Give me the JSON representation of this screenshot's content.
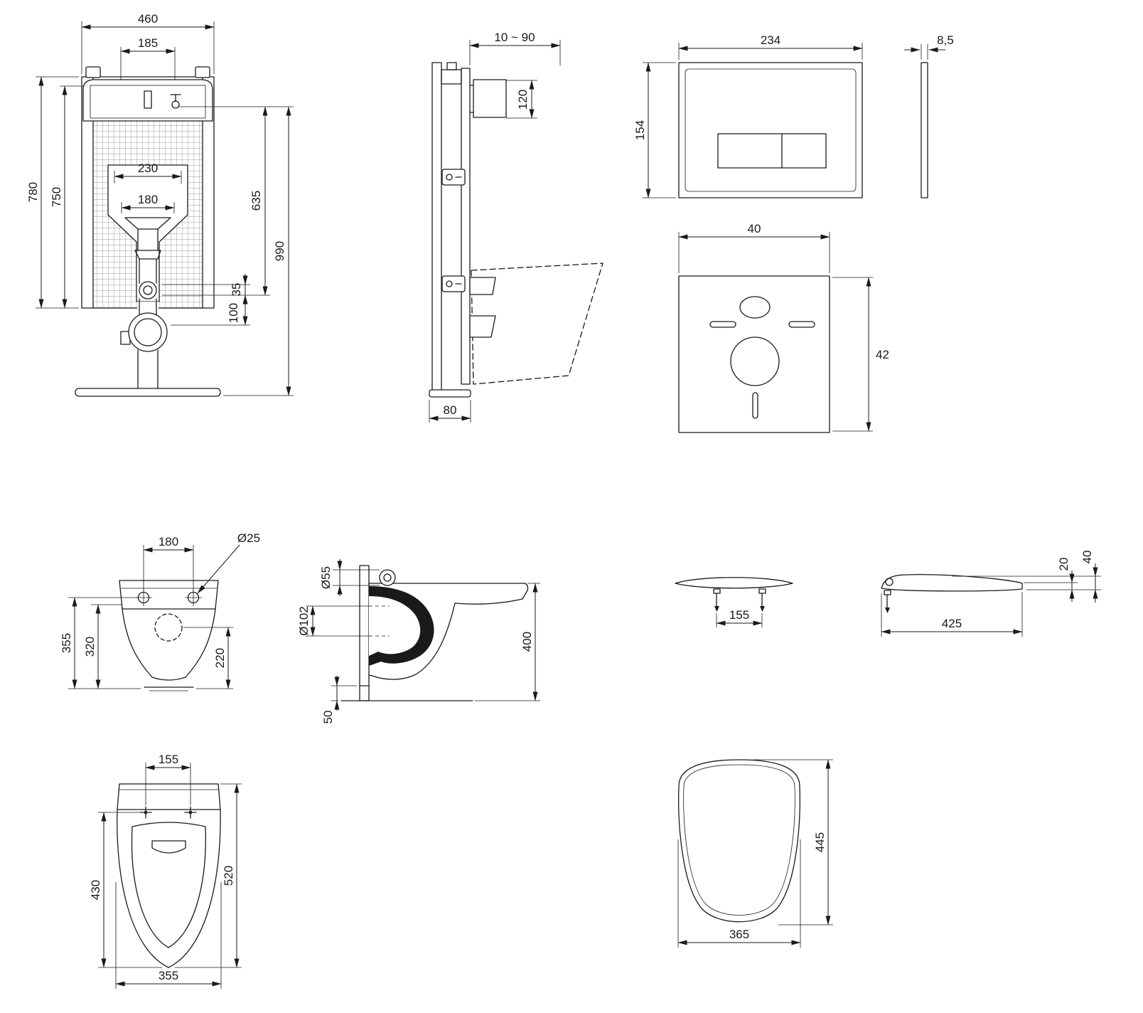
{
  "page": {
    "background": "#ffffff",
    "line_color": "#1a1a1a"
  },
  "cistern_front": {
    "dims": {
      "frame_width": "460",
      "hanger_spacing": "185",
      "flush_bend_width": "230",
      "pipe_spacing": "180",
      "frame_height": "780",
      "inner_height": "750",
      "outlet_height": "635",
      "total_height": "990",
      "offset_small": "35",
      "outlet_drop": "100"
    }
  },
  "installation_side": {
    "dims": {
      "wall_range": "10 ~ 90",
      "block_height": "120",
      "frame_depth": "80"
    }
  },
  "flush_plate": {
    "dims": {
      "width": "234",
      "height": "154",
      "thickness": "8,5"
    }
  },
  "insulation_mat": {
    "dims": {
      "width": "40",
      "height": "42"
    }
  },
  "bowl_front": {
    "dims": {
      "hole_spacing": "180",
      "hole_diameter": "Ø25",
      "overall_height": "355",
      "inner_height": "320",
      "drain_height": "220"
    }
  },
  "bowl_side": {
    "dims": {
      "inlet_diameter": "Ø55",
      "outlet_diameter": "Ø102",
      "depth": "400",
      "clearance": "50"
    }
  },
  "seat_front": {
    "dims": {
      "hinge_spacing": "155"
    }
  },
  "seat_side": {
    "dims": {
      "front_thickness": "20",
      "rear_height": "40",
      "length": "425"
    }
  },
  "bowl_top": {
    "dims": {
      "hole_spacing": "155",
      "inner_length": "430",
      "overall_length": "520",
      "width": "355"
    }
  },
  "seat_top": {
    "dims": {
      "length": "445",
      "width": "365"
    }
  }
}
